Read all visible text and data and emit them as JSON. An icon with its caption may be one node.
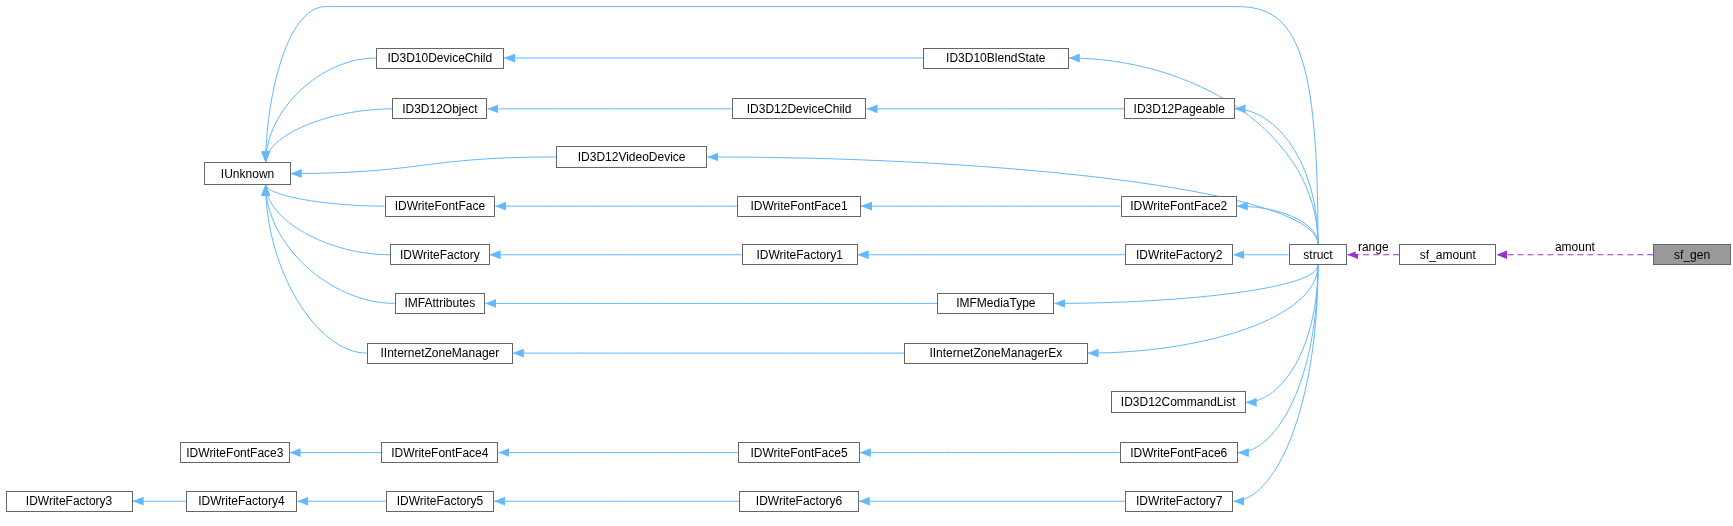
{
  "diagram": {
    "nodes": [
      {
        "text": [
          "IUnknown"
        ]
      },
      {
        "text": [
          "ID3D10DeviceChild"
        ]
      },
      {
        "text": [
          "ID3D12Object"
        ]
      },
      {
        "text": [
          "ID3D12VideoDevice"
        ]
      },
      {
        "text": [
          "IDWriteFontFace"
        ]
      },
      {
        "text": [
          "IDWriteFactory"
        ]
      },
      {
        "text": [
          "IMFAttributes"
        ]
      },
      {
        "text": [
          "IInternetZoneManager"
        ]
      },
      {
        "text": [
          "IDWriteFontFace3"
        ]
      },
      {
        "text": [
          "IDWriteFontFace4"
        ]
      },
      {
        "text": [
          "IDWriteFactory3"
        ]
      },
      {
        "text": [
          "IDWriteFactory4"
        ]
      },
      {
        "text": [
          "IDWriteFactory5"
        ]
      },
      {
        "text": [
          "ID3D10BlendState"
        ]
      },
      {
        "text": [
          "ID3D12DeviceChild"
        ]
      },
      {
        "text": [
          "ID3D12Pageable"
        ]
      },
      {
        "text": [
          "IDWriteFontFace1"
        ]
      },
      {
        "text": [
          "IDWriteFontFace2"
        ]
      },
      {
        "text": [
          "IDWriteFactory1"
        ]
      },
      {
        "text": [
          "IDWriteFactory2"
        ]
      },
      {
        "text": [
          "IMFMediaType"
        ]
      },
      {
        "text": [
          "IInternetZoneManagerEx"
        ]
      },
      {
        "text": [
          "ID3D12CommandList"
        ]
      },
      {
        "text": [
          "IDWriteFontFace5"
        ]
      },
      {
        "text": [
          "IDWriteFontFace6"
        ]
      },
      {
        "text": [
          "IDWriteFactory6"
        ]
      },
      {
        "text": [
          "IDWriteFactory7"
        ]
      },
      {
        "text": [
          "struct"
        ]
      },
      {
        "text": [
          "sf_amount"
        ]
      },
      {
        "text": [
          "sf_gen"
        ]
      }
    ],
    "edges": [
      {
        "from": 1,
        "to": 0,
        "arrow": "to"
      },
      {
        "from": 2,
        "to": 0,
        "arrow": "to"
      },
      {
        "from": 3,
        "to": 0,
        "arrow": "to"
      },
      {
        "from": 4,
        "to": 0,
        "arrow": "to"
      },
      {
        "from": 5,
        "to": 0,
        "arrow": "to"
      },
      {
        "from": 6,
        "to": 0,
        "arrow": "to"
      },
      {
        "from": 7,
        "to": 0,
        "arrow": "to"
      },
      {
        "from": 9,
        "to": 8,
        "arrow": "to"
      },
      {
        "from": 11,
        "to": 10,
        "arrow": "to"
      },
      {
        "from": 12,
        "to": 11,
        "arrow": "to"
      },
      {
        "from": 13,
        "to": 1,
        "arrow": "to"
      },
      {
        "from": 14,
        "to": 2,
        "arrow": "to"
      },
      {
        "from": 15,
        "to": 14,
        "arrow": "to"
      },
      {
        "from": 16,
        "to": 4,
        "arrow": "to"
      },
      {
        "from": 17,
        "to": 16,
        "arrow": "to"
      },
      {
        "from": 18,
        "to": 5,
        "arrow": "to"
      },
      {
        "from": 19,
        "to": 18,
        "arrow": "to"
      },
      {
        "from": 20,
        "to": 6,
        "arrow": "to"
      },
      {
        "from": 21,
        "to": 7,
        "arrow": "to"
      },
      {
        "from": 23,
        "to": 9,
        "arrow": "to"
      },
      {
        "from": 24,
        "to": 23,
        "arrow": "to"
      },
      {
        "from": 25,
        "to": 12,
        "arrow": "to"
      },
      {
        "from": 26,
        "to": 25,
        "arrow": "to"
      },
      {
        "from": 27,
        "to": 0,
        "arrow": "to"
      },
      {
        "from": 27,
        "to": 13,
        "arrow": "to"
      },
      {
        "from": 27,
        "to": 15,
        "arrow": "to"
      },
      {
        "from": 27,
        "to": 3,
        "arrow": "to"
      },
      {
        "from": 27,
        "to": 17,
        "arrow": "to"
      },
      {
        "from": 27,
        "to": 19,
        "arrow": "to"
      },
      {
        "from": 27,
        "to": 20,
        "arrow": "to"
      },
      {
        "from": 27,
        "to": 21,
        "arrow": "to"
      },
      {
        "from": 27,
        "to": 22,
        "arrow": "to"
      },
      {
        "from": 27,
        "to": 24,
        "arrow": "to"
      },
      {
        "from": 27,
        "to": 26,
        "arrow": "to"
      },
      {
        "from": 28,
        "to": 27,
        "arrow": "to",
        "label": "range",
        "style": "dashed",
        "color": "#9a32cd"
      },
      {
        "from": 29,
        "to": 28,
        "arrow": "to",
        "label": "amount",
        "style": "dashed",
        "color": "#9a32cd"
      }
    ]
  }
}
